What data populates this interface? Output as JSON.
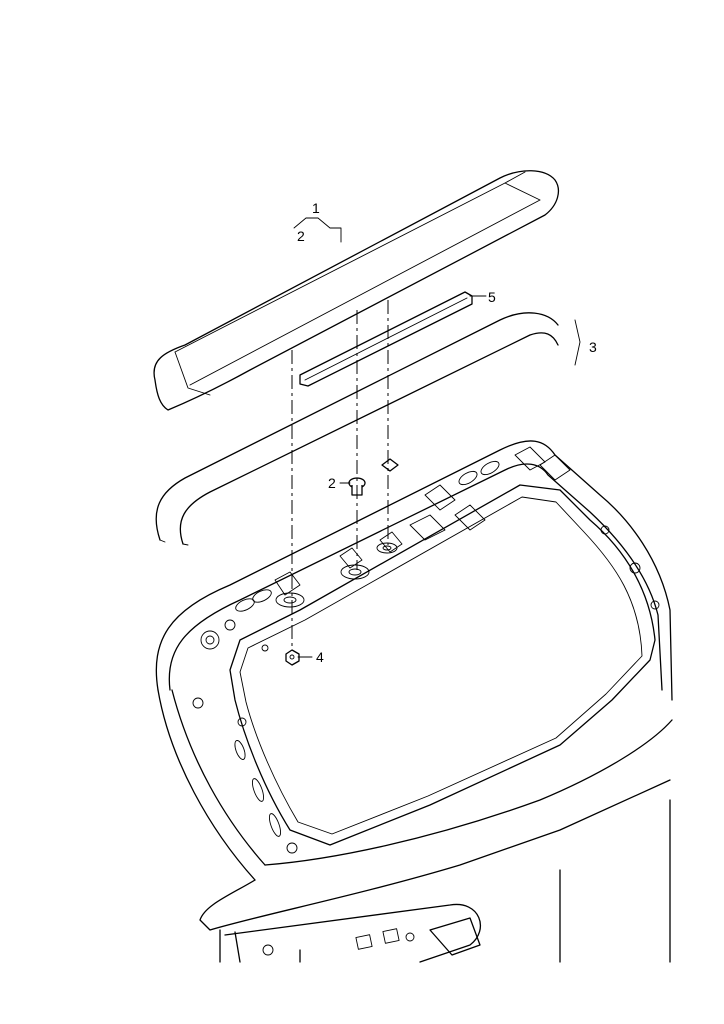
{
  "diagram": {
    "callouts": [
      {
        "id": "c1",
        "text": "1"
      },
      {
        "id": "c2a",
        "text": "2"
      },
      {
        "id": "c2b",
        "text": "2"
      },
      {
        "id": "c3",
        "text": "3"
      },
      {
        "id": "c4",
        "text": "4"
      },
      {
        "id": "c5",
        "text": "5"
      }
    ]
  }
}
